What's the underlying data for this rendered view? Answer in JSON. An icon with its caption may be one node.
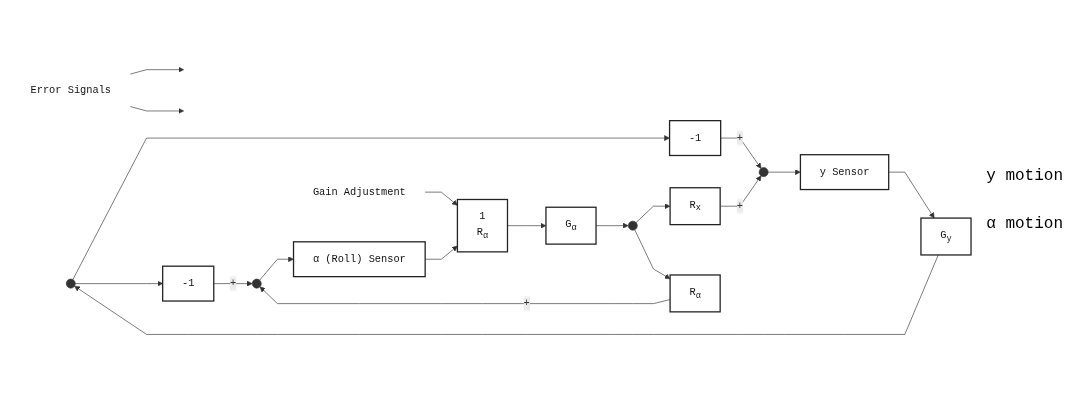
{
  "diagram": {
    "nodes": [
      {
        "text": [],
        "shape": "circle"
      },
      {
        "text": [
          "-1"
        ]
      },
      {
        "text": [
          "R$_{x}$"
        ]
      },
      {
        "text": [],
        "shape": "circle"
      },
      {
        "text": [
          "y Sensor"
        ]
      },
      {
        "text": [
          "G$_{y}$"
        ]
      },
      {
        "text": [],
        "shape": "circle"
      },
      {
        "text": [
          "-1"
        ]
      },
      {
        "text": [
          "R$_{α}$"
        ]
      },
      {
        "text": [],
        "shape": "circle"
      },
      {
        "text": [
          "α (Roll) Sensor"
        ]
      },
      {
        "text": [
          "1",
          "R$_{α}$"
        ]
      },
      {
        "text": [
          "G$_{α}$"
        ]
      },
      {
        "text": [
          "Error Signals"
        ]
      },
      {
        "text": [
          "Gain Adjustment"
        ]
      }
    ],
    "edges": [
      {
        "from": 5,
        "to": 0,
        "arrow": "to"
      },
      {
        "from": 0,
        "to": 1,
        "arrow": "to"
      },
      {
        "from": 0,
        "to": 7,
        "arrow": "to"
      },
      {
        "from": 1,
        "to": 3,
        "label": "+",
        "arrow": "to"
      },
      {
        "from": 2,
        "to": 3,
        "label": "+",
        "arrow": "to"
      },
      {
        "from": 3,
        "to": 4,
        "arrow": "to"
      },
      {
        "from": 4,
        "to": 5,
        "arrow": "to"
      },
      {
        "from": 12,
        "to": 6,
        "arrow": "to"
      },
      {
        "from": 6,
        "to": 2,
        "arrow": "to"
      },
      {
        "from": 6,
        "to": 8,
        "arrow": "to"
      },
      {
        "from": 7,
        "to": 9,
        "label": "+",
        "arrow": "to"
      },
      {
        "from": 8,
        "to": 9,
        "label": "+",
        "arrow": "to"
      },
      {
        "from": 9,
        "to": 10,
        "arrow": "to"
      },
      {
        "from": 10,
        "to": 11,
        "arrow": "to"
      },
      {
        "from": 11,
        "to": 12,
        "arrow": "to"
      },
      {
        "from": 13,
        "to": null,
        "arrow": "to"
      },
      {
        "from": 13,
        "to": null,
        "arrow": "to"
      },
      {
        "from": 14,
        "to": 11,
        "arrow": "to"
      }
    ],
    "labels": [
      "y motion",
      "α motion"
    ]
  }
}
